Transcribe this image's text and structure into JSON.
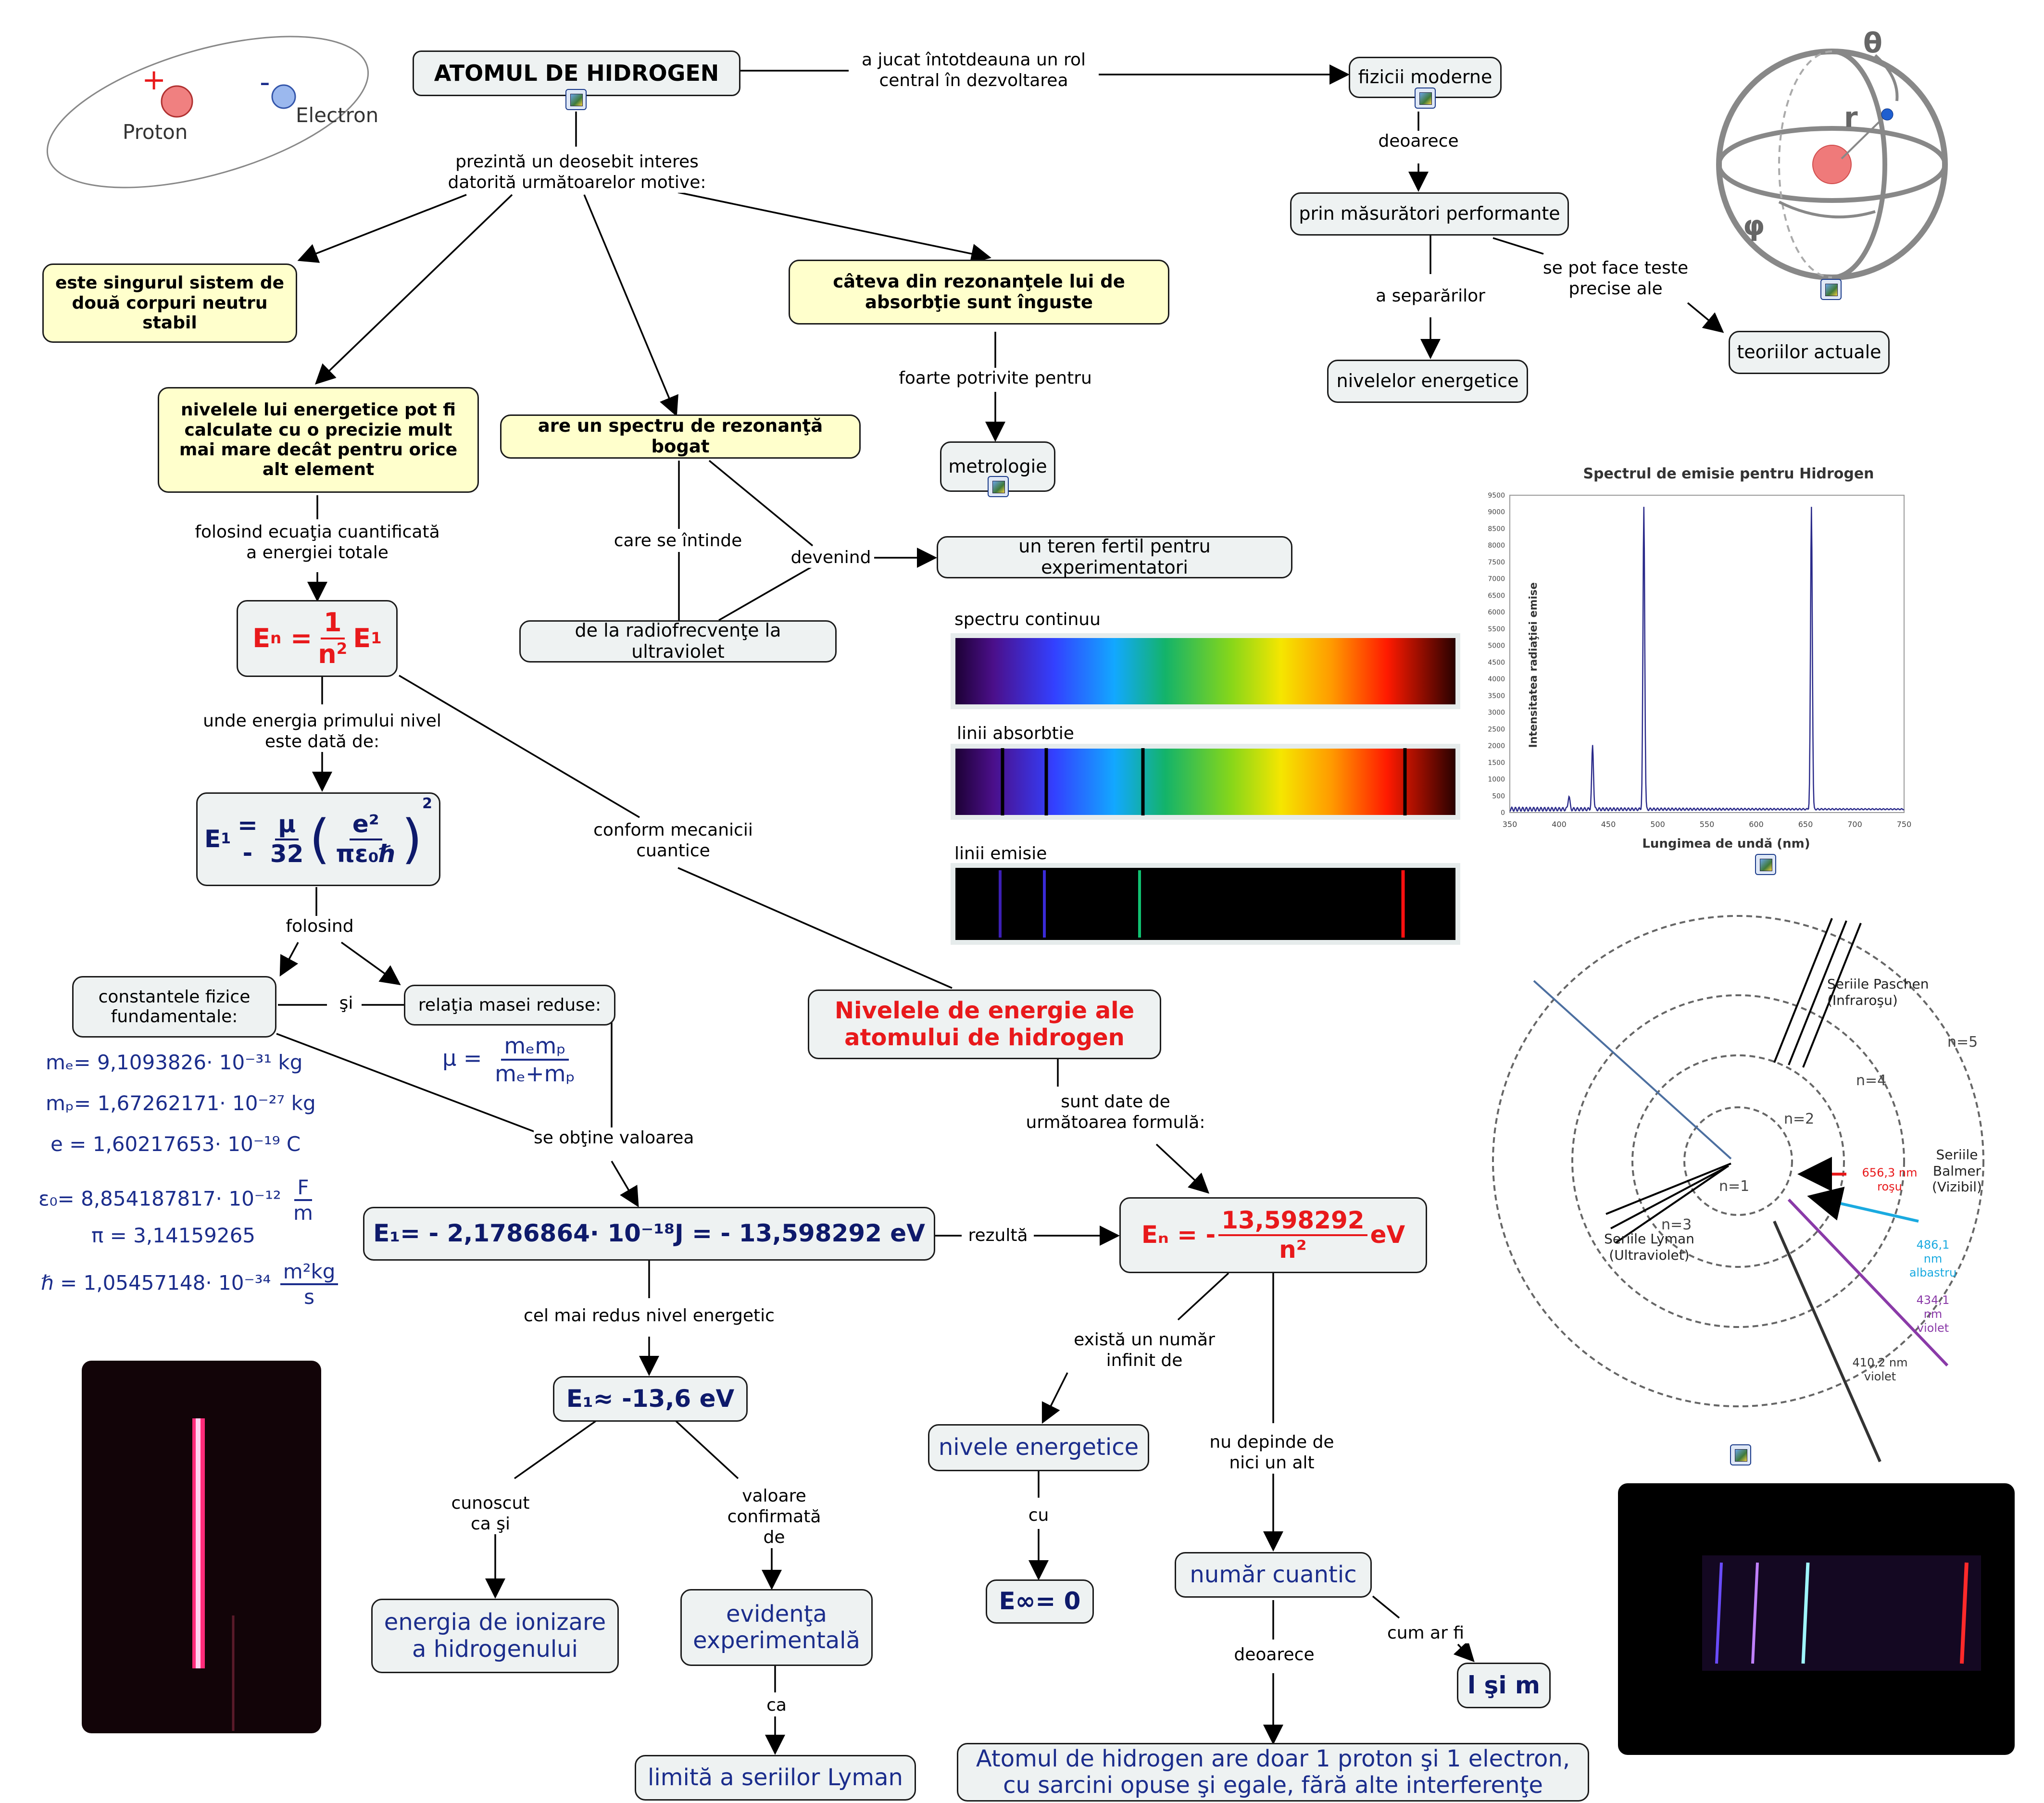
{
  "title": "ATOMUL DE HIDROGEN",
  "atom_pic": {
    "plus": "+",
    "minus": "-",
    "proton": "Proton",
    "electron": "Electron"
  },
  "nodes": {
    "fizicii": "fizicii moderne",
    "masuratori": "prin măsurători performante",
    "nivelelor": "nivelelor energetice",
    "teoriilor": "teoriilor actuale",
    "singurul": "este singurul sistem de două corpuri neutru stabil",
    "rezonante": "câteva din rezonanţele lui de absorbţie sunt înguste",
    "nivele_calc": "nivelele lui energetice pot fi calculate cu o precizie mult mai mare decât pentru orice alt element",
    "spectru_bogat": "are un spectru de rezonanţă bogat",
    "metrologie": "metrologie",
    "teren": "un teren fertil pentru experimentatori",
    "radio": "de la radiofrecvenţe la ultraviolet",
    "constantele": "constantele fizice fundamentale:",
    "relatia": "relaţia masei reduse:",
    "nivelele_energie": "Nivelele de energie ale atomului de hidrogen",
    "ionizare": "energia de ionizare a hidrogenului",
    "evidenta": "evidenţa experimentală",
    "limita": "limită a seriilor Lyman",
    "nivele_energetice": "nivele energetice",
    "numar_cuantic": "număr cuantic",
    "l_si_m": "l şi m",
    "atomul_final": "Atomul de hidrogen are doar 1 proton şi 1 electron, cu sarcini opuse şi egale, fără alte interferenţe"
  },
  "labels": {
    "jucat": "a jucat întotdeauna un rol central în dezvoltarea",
    "deoarece1": "deoarece",
    "separarilor": "a separărilor",
    "se_pot": "se pot face teste precise ale",
    "prezinta": "prezintă un deosebit interes datorită următoarelor motive:",
    "potrivite": "foarte potrivite pentru",
    "folosind_ec": "folosind ecuaţia cuantificată a energiei totale",
    "intinde": "care se întinde",
    "devenind": "devenind",
    "unde": "unde energia primului nivel este dată de:",
    "conform": "conform mecanicii cuantice",
    "folosind": "folosind",
    "si": "şi",
    "obtine": "se obţine valoarea",
    "rezulta": "rezultă",
    "sunt_date": "sunt date de următoarea formulă:",
    "redus": "cel mai redus nivel energetic",
    "cunoscut": "cunoscut ca şi",
    "confirmata": "valoare confirmată de",
    "ca": "ca",
    "exista": "există un număr infinit de",
    "cu": "cu",
    "nu_depinde": "nu depinde de nici un alt",
    "deoarece2": "deoarece",
    "cum": "cum ar fi"
  },
  "formulas": {
    "En_lhs": "E",
    "En_sub": "n",
    "En_num": "1",
    "En_den": "n",
    "En_sup": "2",
    "En_rhs": "E",
    "En_rhs_sub": "1",
    "E1_lhs": "E",
    "E1_sub": "1",
    "E1_mid": "= -",
    "E1_num": "μ",
    "E1_den": "32",
    "E1_inner_num": "e²",
    "E1_inner_den": "πε₀ℏ",
    "E1_power": "2",
    "mu_lhs": "μ",
    "mu_num": "mₑmₚ",
    "mu_den": "mₑ+mₚ",
    "E1_value": "E₁= - 2,1786864· 10⁻¹⁸J = - 13,598292 eV",
    "En_final_lhs": "Eₙ = -",
    "En_final_num": "13,598292",
    "En_final_den": "n²",
    "En_final_unit": "eV",
    "E1_approx": "E₁≈ -13,6 eV",
    "E_inf": "E∞= 0"
  },
  "constants": [
    "mₑ= 9,1093826· 10⁻³¹ kg",
    "mₚ= 1,67262171· 10⁻²⁷ kg",
    "e = 1,60217653· 10⁻¹⁹ C",
    "ε₀= 8,854187817· 10⁻¹²",
    "π = 3,14159265",
    "ℏ = 1,05457148· 10⁻³⁴"
  ],
  "const_units": {
    "eps_num": "F",
    "eps_den": "m",
    "hbar_num": "m²kg",
    "hbar_den": "s"
  },
  "sphere_labels": {
    "theta": "θ",
    "r": "r",
    "phi": "φ"
  },
  "spectra": {
    "continuu": "spectru continuu",
    "absorbtie": "linii absorbtie",
    "emisie": "linii emisie"
  },
  "chart_data": {
    "type": "line",
    "title": "Spectrul de emisie pentru Hidrogen",
    "xlabel": "Lungimea de undă (nm)",
    "ylabel": "Intensitatea radiaţiei emise",
    "xlim": [
      350,
      750
    ],
    "ylim": [
      0,
      9500
    ],
    "xticks": [
      350,
      400,
      450,
      500,
      550,
      600,
      650,
      700,
      750
    ],
    "yticks": [
      0,
      500,
      1000,
      1500,
      2000,
      2500,
      3000,
      3500,
      4000,
      4500,
      5000,
      5500,
      6000,
      6500,
      7000,
      7500,
      8000,
      8500,
      9000,
      9500
    ],
    "series": [
      {
        "peaks": [
          [
            410,
            400
          ],
          [
            434,
            1900
          ],
          [
            486,
            9050
          ],
          [
            656,
            9050
          ]
        ],
        "baseline": 100
      }
    ]
  },
  "orbit_labels": {
    "paschen": "Seriile Paschen (Infraroşu)",
    "balmer": "Seriile Balmer (Vizibil)",
    "lyman": "Seriile Lyman (Ultraviolet)",
    "n1": "n=1",
    "n2": "n=2",
    "n3": "n=3",
    "n4": "n=4",
    "n5": "n=5",
    "l656": "656,3 nm roşu",
    "l486": "486,1 nm albastru",
    "l434": "434,1 nm violet",
    "l410": "410,2 nm violet"
  },
  "colors": {
    "red": "#e8191b",
    "navy": "#0e1a6b",
    "node_fill": "#eef2f2",
    "yellow_fill": "#ffffcc"
  }
}
